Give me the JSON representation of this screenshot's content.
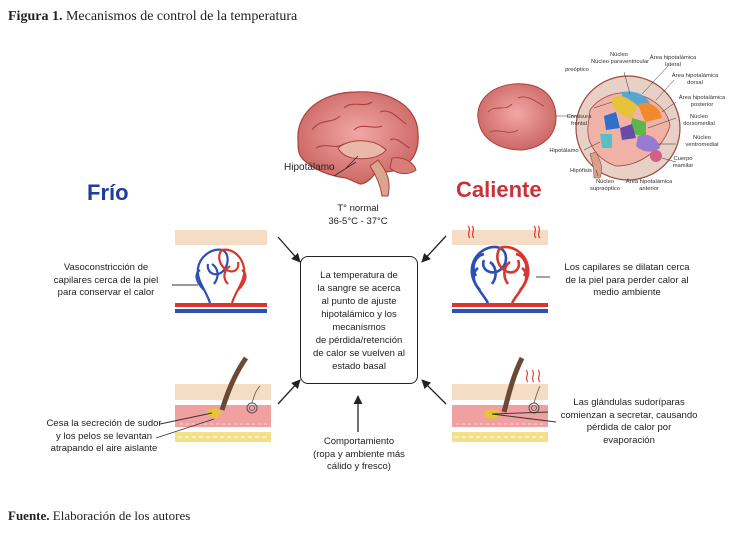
{
  "figure": {
    "label": "Figura 1.",
    "title": " Mecanismos de control de la temperatura"
  },
  "source": {
    "label": "Fuente.",
    "text": " Elaboración de los autores"
  },
  "sides": {
    "cold": "Frío",
    "hot": "Caliente"
  },
  "brain": {
    "hypothalamus_label": "Hipotálamo",
    "normal_temp": "T° normal",
    "normal_range": "36-5°C - 37°C"
  },
  "center_box": {
    "lines": [
      "La temperatura de",
      "la sangre se acerca",
      "al punto de ajuste",
      "hipotalámico y los",
      "mecanismos",
      "de pérdida/retención",
      "de calor se vuelven al",
      "estado basal"
    ]
  },
  "behavior": {
    "lines": [
      "Comportamiento",
      "(ropa y ambiente más",
      "cálido y fresco)"
    ]
  },
  "cold_side": {
    "vessels_lines": [
      "Vasoconstricción de",
      "capilares cerca de la piel",
      "para conservar el calor"
    ],
    "sweat_lines": [
      "Cesa la secreción de sudor",
      "y los pelos se levantan",
      "atrapando el aire aislante"
    ]
  },
  "hot_side": {
    "vessels_lines": [
      "Los capilares se dilatan cerca",
      "de la piel para perder calor al",
      "medio ambiente"
    ],
    "sweat_lines": [
      "Las glándulas sudoríparas",
      "comienzan a secretar, causando",
      "pérdida de calor por",
      "evaporación"
    ]
  },
  "hypothalamus_detail": {
    "nucleo_top": [
      "Núcleo",
      "paraventricular"
    ],
    "area_lateral": [
      "Área hipotalámica",
      "lateral"
    ],
    "preoptico": [
      "Núcleo",
      "preóptico"
    ],
    "area_dorsal": [
      "Área hipotalámica",
      "dorsal"
    ],
    "area_posterior": [
      "Área hipotalámica",
      "posterior"
    ],
    "dorsomedial": [
      "Núcleo",
      "dorsomedial"
    ],
    "comisura": [
      "Comisura",
      "frontal"
    ],
    "ventromedial": [
      "Núcleo",
      "ventromedial"
    ],
    "hipotalamo": "Hipotálamo",
    "cuerpo_mamilar": [
      "Cuerpo",
      "mamilar"
    ],
    "hipofisis": "Hipófisis",
    "supraoptico": [
      "Núcleo",
      "supraóptico"
    ],
    "area_anterior": [
      "Área hipotalámica",
      "anterior"
    ]
  },
  "colors": {
    "cold": "#1f3d99",
    "hot": "#c8323a",
    "artery": "#d9362f",
    "vein": "#2b4fb5",
    "skin": "#f5dcc4",
    "dermis": "#f0a0a0",
    "fat": "#f3e08a"
  }
}
